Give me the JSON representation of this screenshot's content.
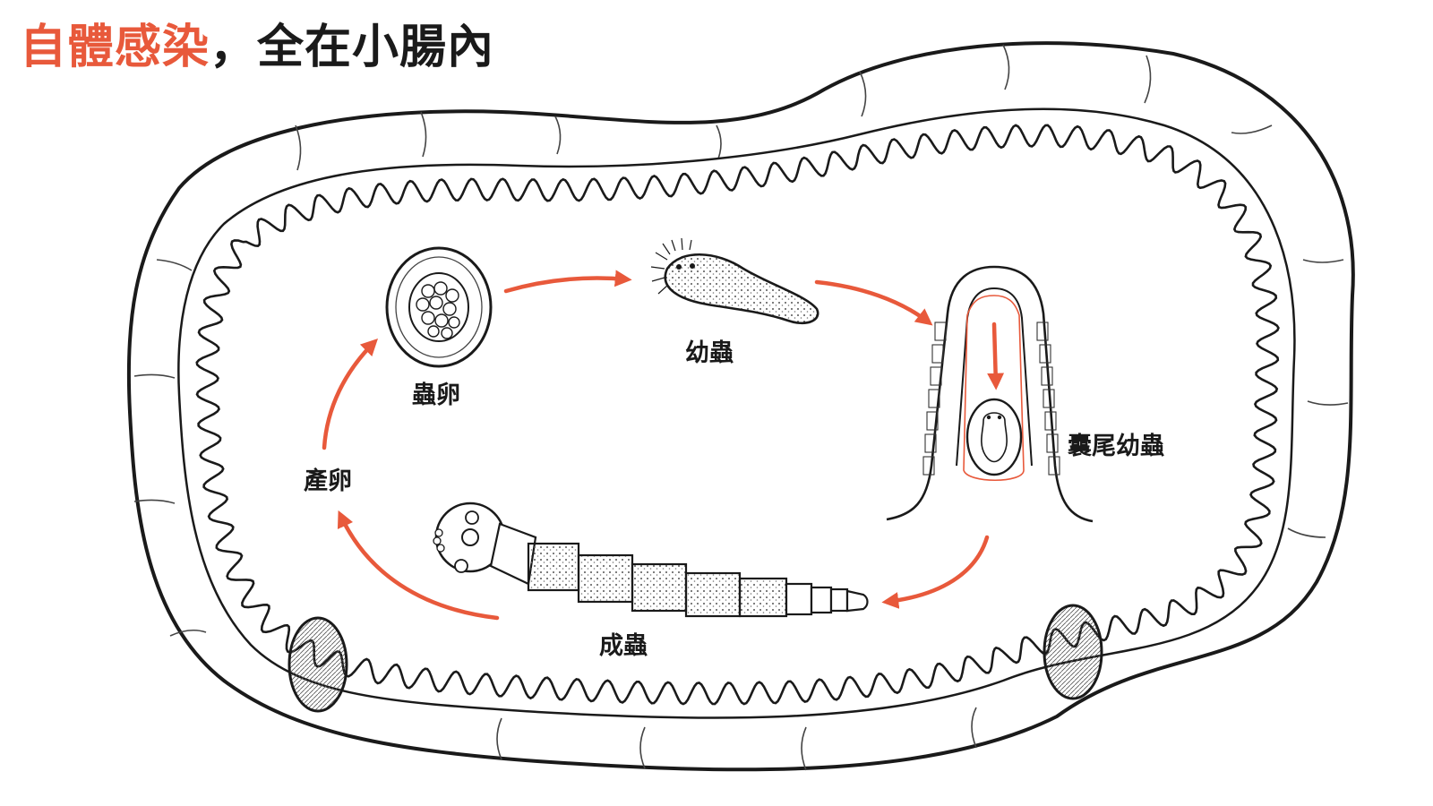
{
  "title": {
    "highlight": "自體感染",
    "rest": "，全在小腸內"
  },
  "colors": {
    "accent": "#e8593b",
    "ink": "#1a1a1a"
  },
  "labels": {
    "egg": "蟲卵",
    "oncosphere": "幼蟲",
    "cysticercoid": "囊尾幼蟲",
    "adult": "成蟲",
    "lay_eggs": "產卵"
  }
}
